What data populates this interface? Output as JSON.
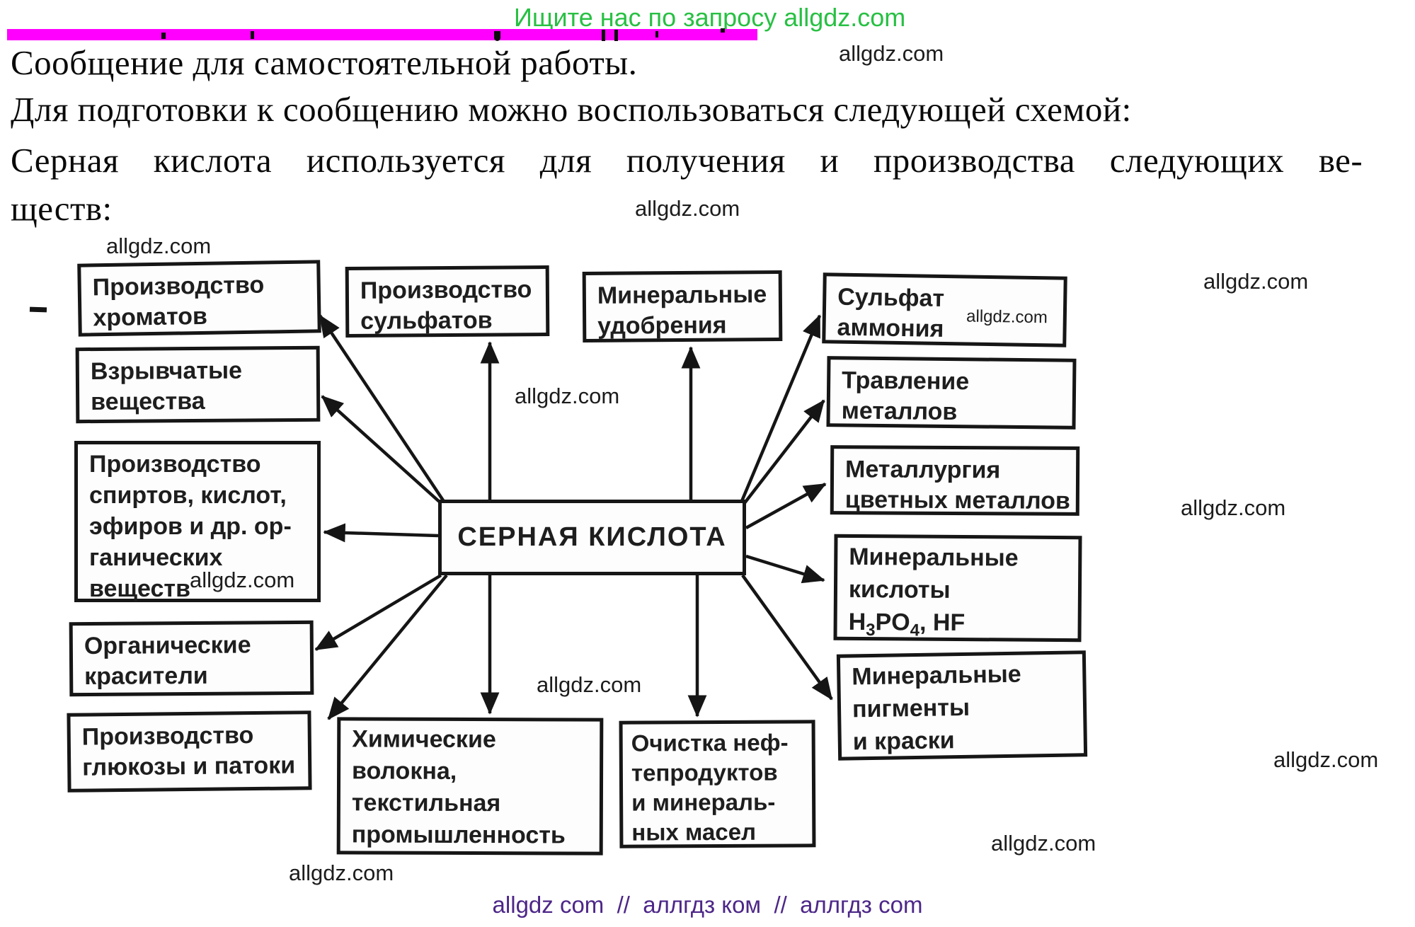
{
  "watermark": "allgdz.com",
  "header": {
    "promo": "Ищите нас по запросу allgdz.com"
  },
  "paragraph": {
    "line1": "Сообщение для самостоятельной работы.",
    "line2": "Для подготовки к сообщению можно воспользоваться следующей схемой:",
    "line3": "Серная кислота используется для получения и производства следующих ве-",
    "line4": "ществ:"
  },
  "diagram": {
    "center": "СЕРНАЯ КИСЛОТА",
    "boxes": {
      "chromates": {
        "l1": "Производство",
        "l2": "хроматов"
      },
      "sulfates": {
        "l1": "Производство",
        "l2": "сульфатов"
      },
      "fertilizers": {
        "l1": "Минеральные",
        "l2": "удобрения"
      },
      "ammonium": {
        "l1": "Сульфат",
        "l2": "аммония"
      },
      "explosives": {
        "l1": "Взрывчатые",
        "l2": "вещества"
      },
      "etching": {
        "l1": "Травление",
        "l2": "металлов"
      },
      "alcohols": {
        "l1": "Производство",
        "l2": "спиртов, кислот,",
        "l3": "эфиров и др. ор-",
        "l4": "ганических",
        "l5": "веществ"
      },
      "metallurgy": {
        "l1": "Металлургия",
        "l2": "цветных металлов"
      },
      "acids": {
        "l1": "Минеральные",
        "l2": "кислоты",
        "f_base1": "H",
        "f_sub1": "3",
        "f_base2": "PO",
        "f_sub2": "4",
        "f_rest": ", HF"
      },
      "dyes": {
        "l1": "Органические",
        "l2": "красители"
      },
      "pigments": {
        "l1": "Минеральные",
        "l2": "пигменты",
        "l3": "и краски"
      },
      "glucose": {
        "l1": "Производство",
        "l2": "глюкозы и патоки"
      },
      "fibers": {
        "l1": "Химические",
        "l2": "волокна,",
        "l3": "текстильная",
        "l4": "промышленность"
      },
      "oil": {
        "l1": "Очистка неф-",
        "l2": "тепродуктов",
        "l3": "и минераль-",
        "l4": "ных масел"
      }
    }
  },
  "footer": {
    "text": "allgdz com  //  аллгдз ком  //  аллгдз com"
  },
  "colors": {
    "promo_green": "#28c043",
    "highlight_magenta": "#ff00ff",
    "footer_purple": "#4d2788",
    "ink_black": "#161616"
  }
}
